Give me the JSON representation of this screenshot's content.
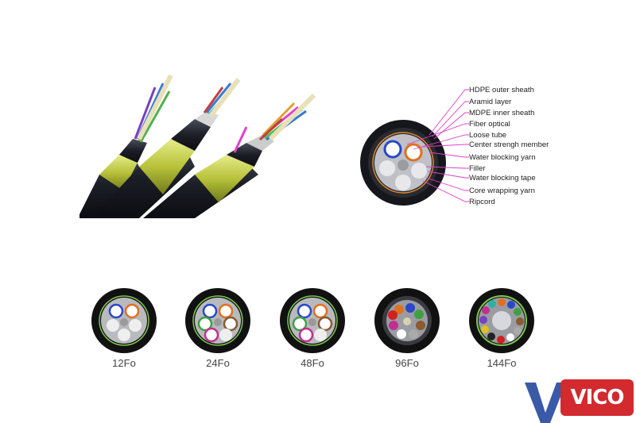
{
  "callouts": [
    {
      "label": "HDPE outer sheath",
      "y": 0
    },
    {
      "label": "Aramid layer"
    },
    {
      "label": "MDPE inner sheath"
    },
    {
      "label": "Fiber optical"
    },
    {
      "label": "Loose tube"
    },
    {
      "label": "Center strengh member"
    },
    {
      "label": "Water blocking yarn"
    },
    {
      "label": "Filler"
    },
    {
      "label": "Water blocking tape"
    },
    {
      "label": "Core wrapping yarn"
    },
    {
      "label": "Ripcord"
    }
  ],
  "samples": [
    {
      "label": "12Fo"
    },
    {
      "label": "24Fo"
    },
    {
      "label": "48Fo"
    },
    {
      "label": "96Fo"
    },
    {
      "label": "144Fo"
    }
  ],
  "logo": {
    "text": "VICO"
  },
  "colors": {
    "callout_line": "#e040c8",
    "logo_red": "#d22a2f",
    "logo_blue": "#3a5aa8",
    "jacket": "#1a1c24",
    "armor": "#c9d24a"
  }
}
